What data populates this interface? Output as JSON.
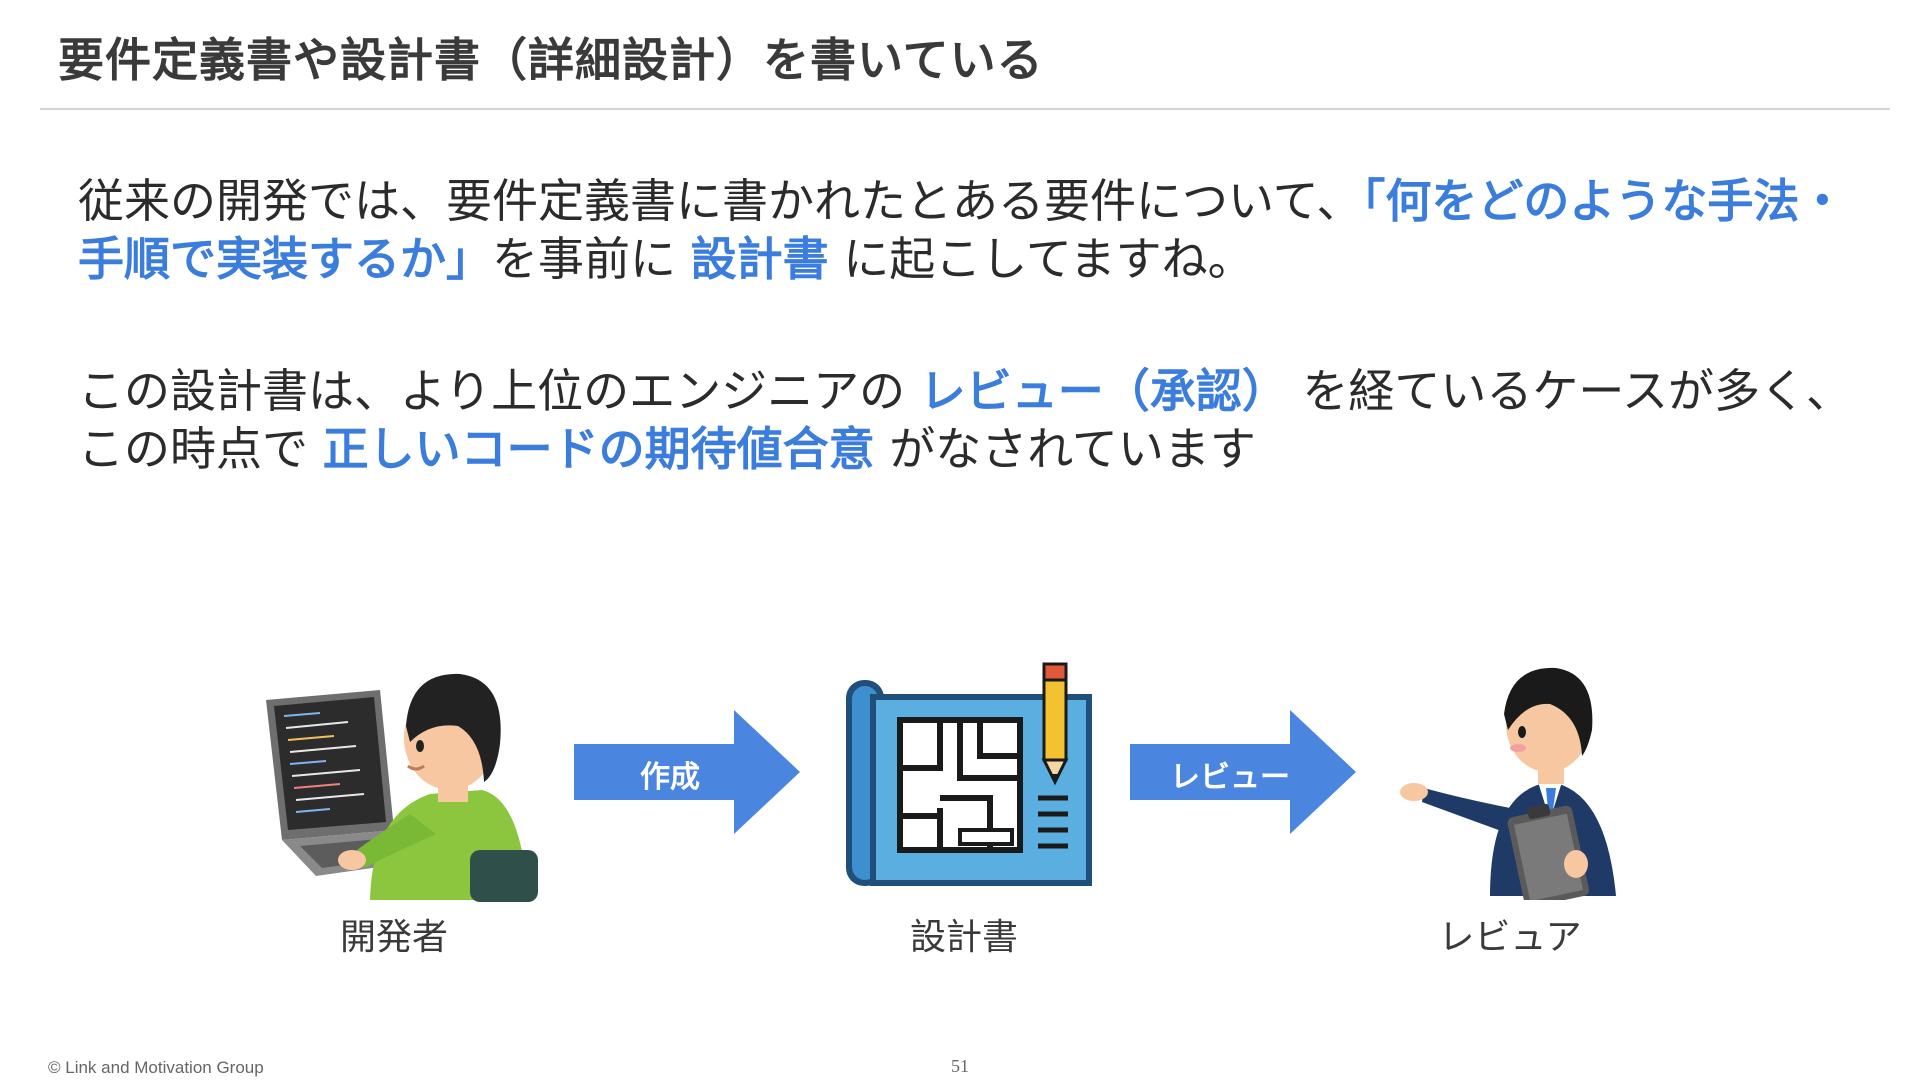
{
  "title": "要件定義書や設計書（詳細設計）を書いている",
  "paragraph1": {
    "part1": "従来の開発では、要件定義書に書かれたとある要件について、",
    "highlight1": "「何をどのような手法・手順で実装するか」",
    "part2": "を事前に",
    "highlight2": "設計書",
    "part3": "に起こしてますね。"
  },
  "paragraph2": {
    "part1": "この設計書は、より上位のエンジニアの",
    "highlight1": "レビュー（承認）",
    "part2": "を経ているケースが多く、この時点で",
    "highlight2": "正しいコードの期待値合意",
    "part3": "がなされています"
  },
  "figure": {
    "developer_label": "開発者",
    "arrow1_label": "作成",
    "document_label": "設計書",
    "arrow2_label": "レビュー",
    "reviewer_label": "レビュア"
  },
  "colors": {
    "accent": "#3b7ddd",
    "arrow": "#4a86e0",
    "blueprint": "#5aaee0"
  },
  "icons": {
    "developer": "developer-at-laptop-icon",
    "document": "blueprint-document-icon",
    "reviewer": "reviewer-with-clipboard-icon"
  },
  "footer": {
    "copyright": "© Link and Motivation Group",
    "page_number": "51"
  }
}
